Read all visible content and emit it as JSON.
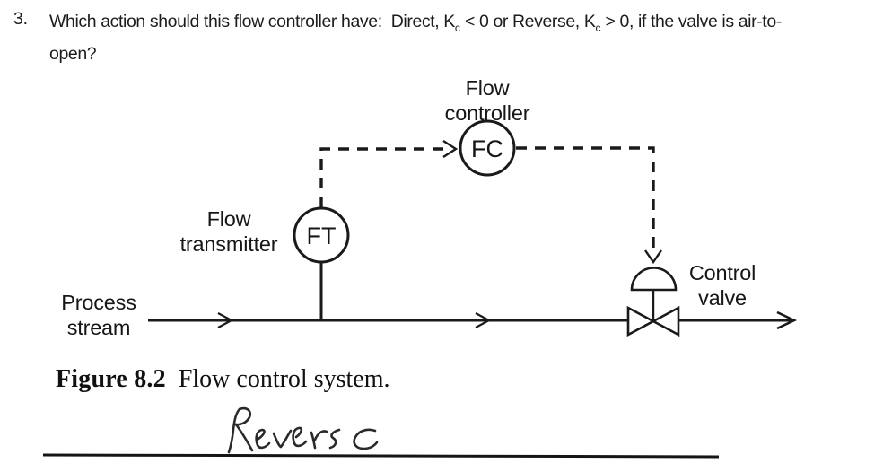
{
  "question": {
    "number": "3.",
    "line1": [
      "Which action should this flow controller have:  Direct, K",
      "c",
      " < 0 or Reverse, K",
      "c",
      " > 0, if the valve is air-to-"
    ],
    "line2": "open?"
  },
  "diagram": {
    "controller_label": "Flow\ncontroller",
    "controller_tag": "FC",
    "transmitter_label": "Flow\ntransmitter",
    "transmitter_tag": "FT",
    "valve_label": "Control\nvalve",
    "stream_label": "Process\nstream",
    "line_color": "#1a1a1a"
  },
  "caption": {
    "label": "Figure 8.2",
    "text": "Flow control system."
  },
  "answer": {
    "handwritten_text": "Reverse",
    "ink_color": "#2a2a2a"
  }
}
